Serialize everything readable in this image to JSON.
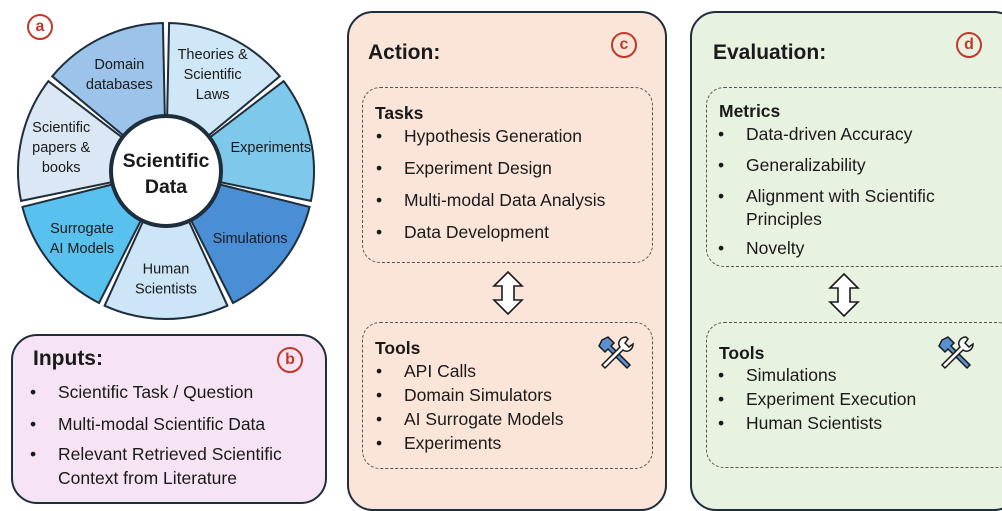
{
  "wheel": {
    "center_label": [
      "Scientific",
      "Data"
    ],
    "letter": "a",
    "segments": [
      {
        "lines": [
          "Theories &",
          "Scientific",
          "Laws"
        ],
        "color": "#cfe7f6"
      },
      {
        "lines": [
          "Experiments"
        ],
        "color": "#7ec8ec"
      },
      {
        "lines": [
          "Simulations"
        ],
        "color": "#4a8fd6"
      },
      {
        "lines": [
          "Human",
          "Scientists"
        ],
        "color": "#cce6f7"
      },
      {
        "lines": [
          "Surrogate",
          "AI Models"
        ],
        "color": "#58c1ee"
      },
      {
        "lines": [
          "Scientific",
          "papers &",
          "books"
        ],
        "color": "#dbe7f5"
      },
      {
        "lines": [
          "Domain",
          "databases"
        ],
        "color": "#9cc3e9"
      }
    ]
  },
  "inputs": {
    "title": "Inputs:",
    "letter": "b",
    "items": [
      "Scientific Task / Question",
      "Multi-modal Scientific Data",
      "Relevant Retrieved Scientific",
      "Context from Literature"
    ]
  },
  "action": {
    "title": "Action:",
    "letter": "c",
    "tasks_label": "Tasks",
    "tasks": [
      "Hypothesis Generation",
      "Experiment Design",
      "Multi-modal Data Analysis",
      "Data Development"
    ],
    "tools_label": "Tools",
    "tools": [
      "API Calls",
      "Domain Simulators",
      "AI Surrogate Models",
      "Experiments"
    ]
  },
  "evaluation": {
    "title": "Evaluation:",
    "letter": "d",
    "metrics_label": "Metrics",
    "metrics": [
      "Data-driven Accuracy",
      "Generalizability",
      "Alignment with Scientific",
      "Principles",
      "Novelty"
    ],
    "tools_label": "Tools",
    "tools": [
      "Simulations",
      "Experiment Execution",
      "Human Scientists"
    ]
  }
}
